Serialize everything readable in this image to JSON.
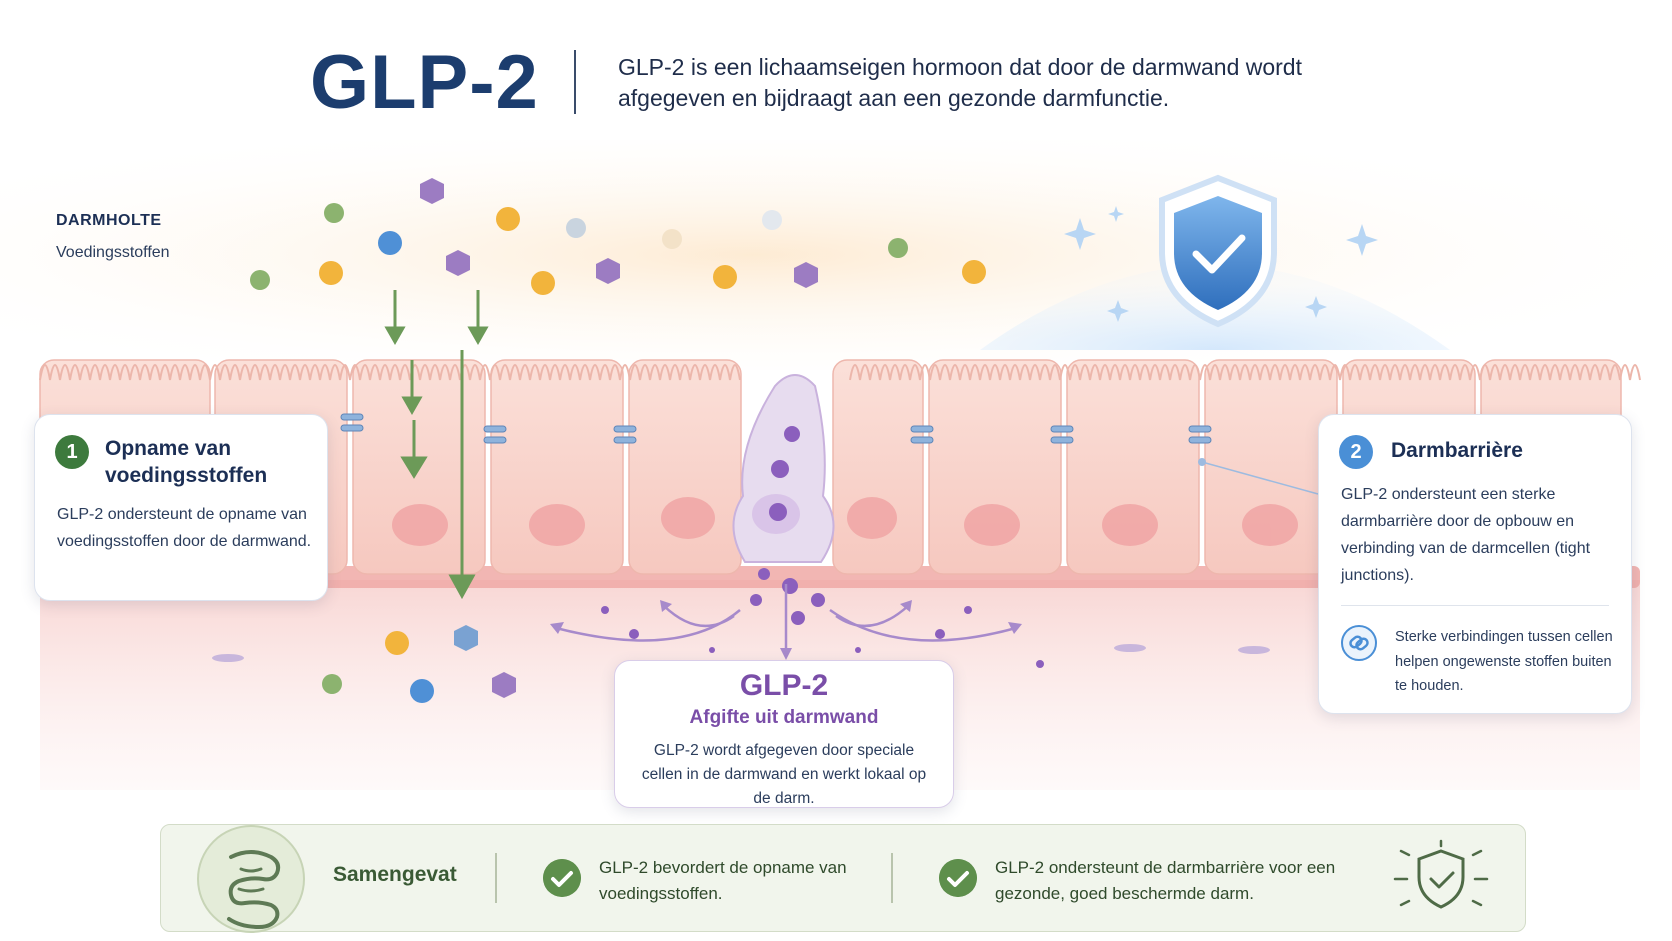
{
  "header": {
    "title": "GLP-2",
    "tagline": "GLP-2 is een lichaamseigen hormoon dat door de darmwand wordt afgegeven en bijdraagt aan een gezonde darmfunctie."
  },
  "lumen": {
    "label": "DARMHOLTE",
    "nutrients": "Voedingsstoffen"
  },
  "card1": {
    "number": "1",
    "title": "Opname van voedingsstoffen",
    "body": "GLP-2 ondersteunt de opname van voedingsstoffen door de darmwand."
  },
  "card2": {
    "number": "2",
    "title": "Darmbarrière",
    "body": "GLP-2 ondersteunt een sterke darmbarrière door de opbouw en verbinding van de darmcellen (tight junctions).",
    "note": "Sterke verbindingen tussen cellen helpen ongewenste stoffen buiten te houden."
  },
  "card3": {
    "title": "GLP-2",
    "subtitle": "Afgifte uit darmwand",
    "body": "GLP-2 wordt afgegeven door speciale cellen in de darmwand en werkt lokaal op de darm."
  },
  "summary": {
    "label": "Samengevat",
    "point1": "GLP-2 bevordert de opname van voedingsstoffen.",
    "point2": "GLP-2 ondersteunt de darmbarrière voor een gezonde, goed beschermde darm."
  },
  "icons": {
    "intestine": "intestine-icon",
    "shield": "shield-check-icon",
    "link": "link-icon",
    "check": "check-icon"
  },
  "colors": {
    "title": "#1c3d6e",
    "glp2_purple": "#7a4ea8",
    "absorption_green": "#3d7a3d",
    "barrier_blue": "#4a8fd6",
    "cell_pink": "#f8d3cc"
  }
}
